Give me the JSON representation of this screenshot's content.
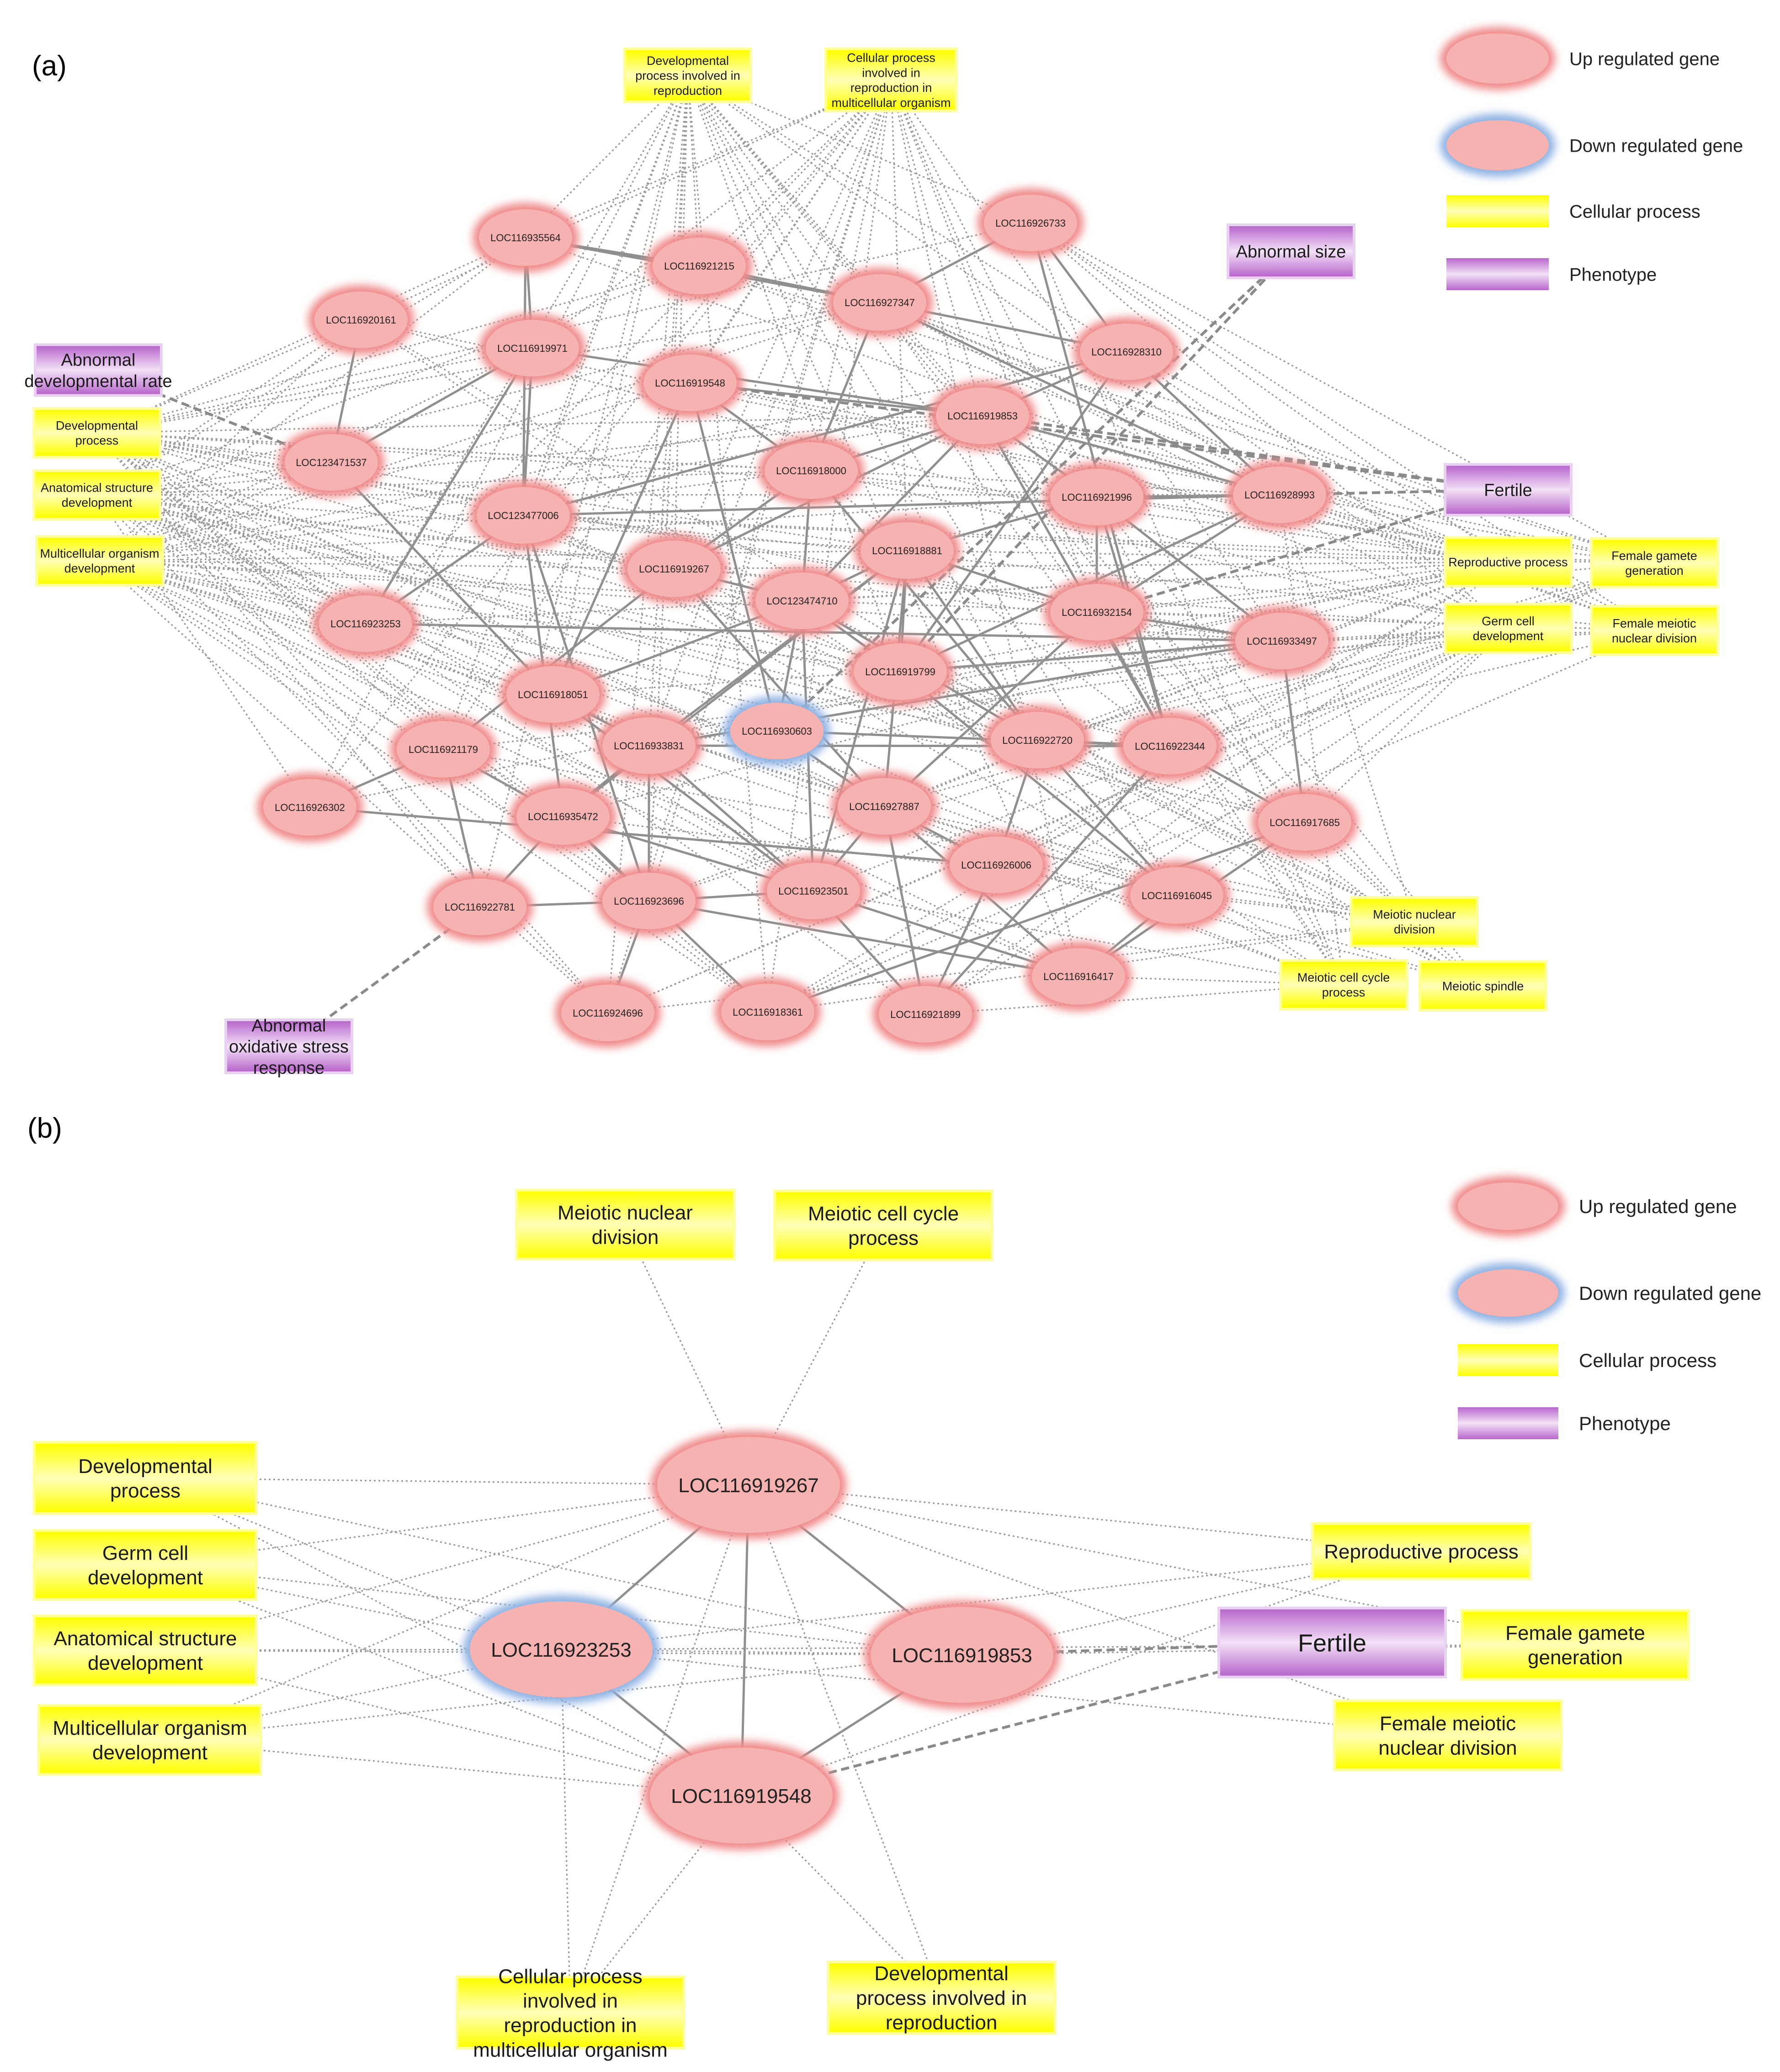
{
  "panel_a": {
    "label": "(a)",
    "legend": [
      {
        "kind": "up",
        "label": "Up regulated gene"
      },
      {
        "kind": "down",
        "label": "Down regulated gene"
      },
      {
        "kind": "process",
        "label": "Cellular process"
      },
      {
        "kind": "phenotype",
        "label": "Phenotype"
      }
    ],
    "genes": [
      {
        "id": "LOC116935564",
        "label": "LOC116935564",
        "reg": "up"
      },
      {
        "id": "LOC116921215",
        "label": "LOC116921215",
        "reg": "up"
      },
      {
        "id": "LOC116926733",
        "label": "LOC116926733",
        "reg": "up"
      },
      {
        "id": "LOC116920161",
        "label": "LOC116920161",
        "reg": "up"
      },
      {
        "id": "LOC116919971",
        "label": "LOC116919971",
        "reg": "up"
      },
      {
        "id": "LOC116927347",
        "label": "LOC116927347",
        "reg": "up"
      },
      {
        "id": "LOC116928310",
        "label": "LOC116928310",
        "reg": "up"
      },
      {
        "id": "LOC116919548",
        "label": "LOC116919548",
        "reg": "up"
      },
      {
        "id": "LOC116919853",
        "label": "LOC116919853",
        "reg": "up"
      },
      {
        "id": "LOC123471537",
        "label": "LOC123471537",
        "reg": "up"
      },
      {
        "id": "LOC116918000",
        "label": "LOC116918000",
        "reg": "up"
      },
      {
        "id": "LOC116921996",
        "label": "LOC116921996",
        "reg": "up"
      },
      {
        "id": "LOC116928993",
        "label": "LOC116928993",
        "reg": "up"
      },
      {
        "id": "LOC123477006",
        "label": "LOC123477006",
        "reg": "up"
      },
      {
        "id": "LOC116918881",
        "label": "LOC116918881",
        "reg": "up"
      },
      {
        "id": "LOC116919267",
        "label": "LOC116919267",
        "reg": "up"
      },
      {
        "id": "LOC123474710",
        "label": "LOC123474710",
        "reg": "up"
      },
      {
        "id": "LOC116923253",
        "label": "LOC116923253",
        "reg": "up"
      },
      {
        "id": "LOC116932154",
        "label": "LOC116932154",
        "reg": "up"
      },
      {
        "id": "LOC116933497",
        "label": "LOC116933497",
        "reg": "up"
      },
      {
        "id": "LOC116919799",
        "label": "LOC116919799",
        "reg": "up"
      },
      {
        "id": "LOC116918051",
        "label": "LOC116918051",
        "reg": "up"
      },
      {
        "id": "LOC116930603",
        "label": "LOC116930603",
        "reg": "down"
      },
      {
        "id": "LOC116921179",
        "label": "LOC116921179",
        "reg": "up"
      },
      {
        "id": "LOC116933831",
        "label": "LOC116933831",
        "reg": "up"
      },
      {
        "id": "LOC116922720",
        "label": "LOC116922720",
        "reg": "up"
      },
      {
        "id": "LOC116922344",
        "label": "LOC116922344",
        "reg": "up"
      },
      {
        "id": "LOC116926302",
        "label": "LOC116926302",
        "reg": "up"
      },
      {
        "id": "LOC116935472",
        "label": "LOC116935472",
        "reg": "up"
      },
      {
        "id": "LOC116927887",
        "label": "LOC116927887",
        "reg": "up"
      },
      {
        "id": "LOC116917685",
        "label": "LOC116917685",
        "reg": "up"
      },
      {
        "id": "LOC116926006",
        "label": "LOC116926006",
        "reg": "up"
      },
      {
        "id": "LOC116922781",
        "label": "LOC116922781",
        "reg": "up"
      },
      {
        "id": "LOC116923696",
        "label": "LOC116923696",
        "reg": "up"
      },
      {
        "id": "LOC116923501",
        "label": "LOC116923501",
        "reg": "up"
      },
      {
        "id": "LOC116916045",
        "label": "LOC116916045",
        "reg": "up"
      },
      {
        "id": "LOC116916417",
        "label": "LOC116916417",
        "reg": "up"
      },
      {
        "id": "LOC116924696",
        "label": "LOC116924696",
        "reg": "up"
      },
      {
        "id": "LOC116918361",
        "label": "LOC116918361",
        "reg": "up"
      },
      {
        "id": "LOC116921899",
        "label": "LOC116921899",
        "reg": "up"
      }
    ],
    "terms": [
      {
        "id": "dev_repro",
        "lines": [
          "Developmental",
          "process involved in",
          "reproduction"
        ],
        "kind": "process"
      },
      {
        "id": "cell_repro",
        "lines": [
          "Cellular process",
          "involved in",
          "reproduction in",
          "multicellular organism"
        ],
        "kind": "process"
      },
      {
        "id": "abn_size",
        "lines": [
          "Abnormal size"
        ],
        "kind": "phenotype"
      },
      {
        "id": "abn_dev_rate",
        "lines": [
          "Abnormal",
          "developmental rate"
        ],
        "kind": "phenotype"
      },
      {
        "id": "dev_proc",
        "lines": [
          "Developmental",
          "process"
        ],
        "kind": "process"
      },
      {
        "id": "anat",
        "lines": [
          "Anatomical structure",
          "development"
        ],
        "kind": "process"
      },
      {
        "id": "multi",
        "lines": [
          "Multicellular organism",
          "development"
        ],
        "kind": "process"
      },
      {
        "id": "fertile",
        "lines": [
          "Fertile"
        ],
        "kind": "phenotype"
      },
      {
        "id": "repro",
        "lines": [
          "Reproductive process"
        ],
        "kind": "process"
      },
      {
        "id": "fem_gamete",
        "lines": [
          "Female gamete",
          "generation"
        ],
        "kind": "process"
      },
      {
        "id": "germ",
        "lines": [
          "Germ cell",
          "development"
        ],
        "kind": "process"
      },
      {
        "id": "fem_meiotic",
        "lines": [
          "Female meiotic",
          "nuclear division"
        ],
        "kind": "process"
      },
      {
        "id": "meiotic_nuc",
        "lines": [
          "Meiotic nuclear",
          "division"
        ],
        "kind": "process"
      },
      {
        "id": "meiotic_cc",
        "lines": [
          "Meiotic cell cycle",
          "process"
        ],
        "kind": "process"
      },
      {
        "id": "spindle",
        "lines": [
          "Meiotic spindle"
        ],
        "kind": "process"
      },
      {
        "id": "abn_ox",
        "lines": [
          "Abnormal",
          "oxidative stress",
          "response"
        ],
        "kind": "phenotype"
      }
    ]
  },
  "panel_b": {
    "label": "(b)",
    "legend": [
      {
        "kind": "up",
        "label": "Up regulated gene"
      },
      {
        "kind": "down",
        "label": "Down regulated gene"
      },
      {
        "kind": "process",
        "label": "Cellular process"
      },
      {
        "kind": "phenotype",
        "label": "Phenotype"
      }
    ],
    "genes": [
      {
        "id": "g267",
        "label": "LOC116919267",
        "reg": "up"
      },
      {
        "id": "g253",
        "label": "LOC116923253",
        "reg": "down"
      },
      {
        "id": "g853",
        "label": "LOC116919853",
        "reg": "up"
      },
      {
        "id": "g548",
        "label": "LOC116919548",
        "reg": "up"
      }
    ],
    "terms": [
      {
        "id": "mnd",
        "lines": [
          "Meiotic nuclear",
          "division"
        ],
        "kind": "process"
      },
      {
        "id": "mcc",
        "lines": [
          "Meiotic cell cycle",
          "process"
        ],
        "kind": "process"
      },
      {
        "id": "dp",
        "lines": [
          "Developmental",
          "process"
        ],
        "kind": "process"
      },
      {
        "id": "gc",
        "lines": [
          "Germ cell",
          "development"
        ],
        "kind": "process"
      },
      {
        "id": "asd",
        "lines": [
          "Anatomical structure",
          "development"
        ],
        "kind": "process"
      },
      {
        "id": "mod",
        "lines": [
          "Multicellular organism",
          "development"
        ],
        "kind": "process"
      },
      {
        "id": "rp",
        "lines": [
          "Reproductive process"
        ],
        "kind": "process"
      },
      {
        "id": "fert",
        "lines": [
          "Fertile"
        ],
        "kind": "phenotype"
      },
      {
        "id": "fgg",
        "lines": [
          "Female gamete",
          "generation"
        ],
        "kind": "process"
      },
      {
        "id": "fmnd",
        "lines": [
          "Female meiotic",
          "nuclear division"
        ],
        "kind": "process"
      },
      {
        "id": "cpr",
        "lines": [
          "Cellular process",
          "involved in",
          "reproduction in",
          "multicellular organism"
        ],
        "kind": "process"
      },
      {
        "id": "dpr",
        "lines": [
          "Developmental",
          "process involved in",
          "reproduction"
        ],
        "kind": "process"
      }
    ]
  },
  "colors": {
    "gene_fill": "#f6b1b1",
    "up_glow": "#f08a8a",
    "down_glow": "#8fb2e3",
    "process_fill": "#ffff33",
    "process_glow": "#ffff99",
    "phenotype_fill": "#c57ad8",
    "phenotype_glow": "#e9d2f1",
    "edge": "#8c8c8c"
  }
}
